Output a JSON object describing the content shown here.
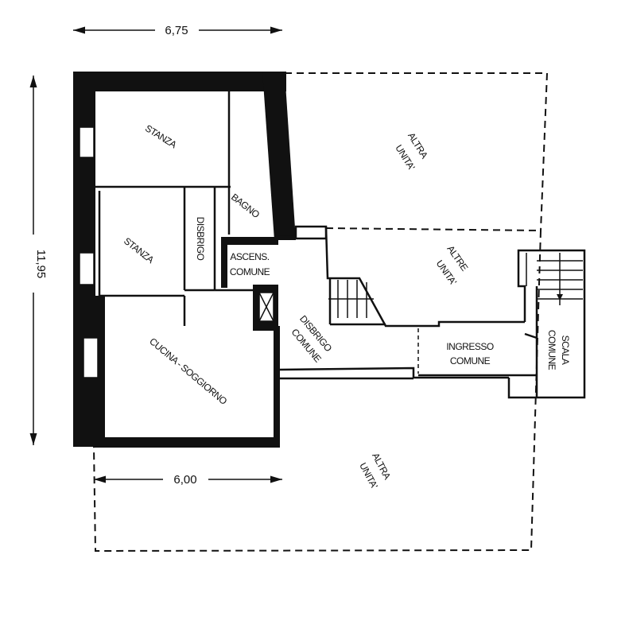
{
  "dimensions": {
    "top_width": "6,75",
    "left_height": "11,95",
    "bottom_width": "6,00"
  },
  "rooms": {
    "stanza_1": "STANZA",
    "bagno": "BAGNO",
    "disbrigo": "DISBRIGO",
    "stanza_2": "STANZA",
    "ascensore_line1": "ASCENS.",
    "ascensore_line2": "COMUNE",
    "cucina_soggiorno": "CUCINA - SOGGIORNO"
  },
  "common_areas": {
    "disbrigo_comune_line1": "DISBRIGO",
    "disbrigo_comune_line2": "COMUNE",
    "ingresso_comune_line1": "INGRESSO",
    "ingresso_comune_line2": "COMUNE",
    "scala_comune_line1": "SCALA",
    "scala_comune_line2": "COMUNE"
  },
  "other_units": {
    "top_line1": "ALTRA",
    "top_line2": "UNITA'",
    "middle_line1": "ALTRE",
    "middle_line2": "UNITA'",
    "bottom_line1": "ALTRA",
    "bottom_line2": "UNITA'"
  }
}
